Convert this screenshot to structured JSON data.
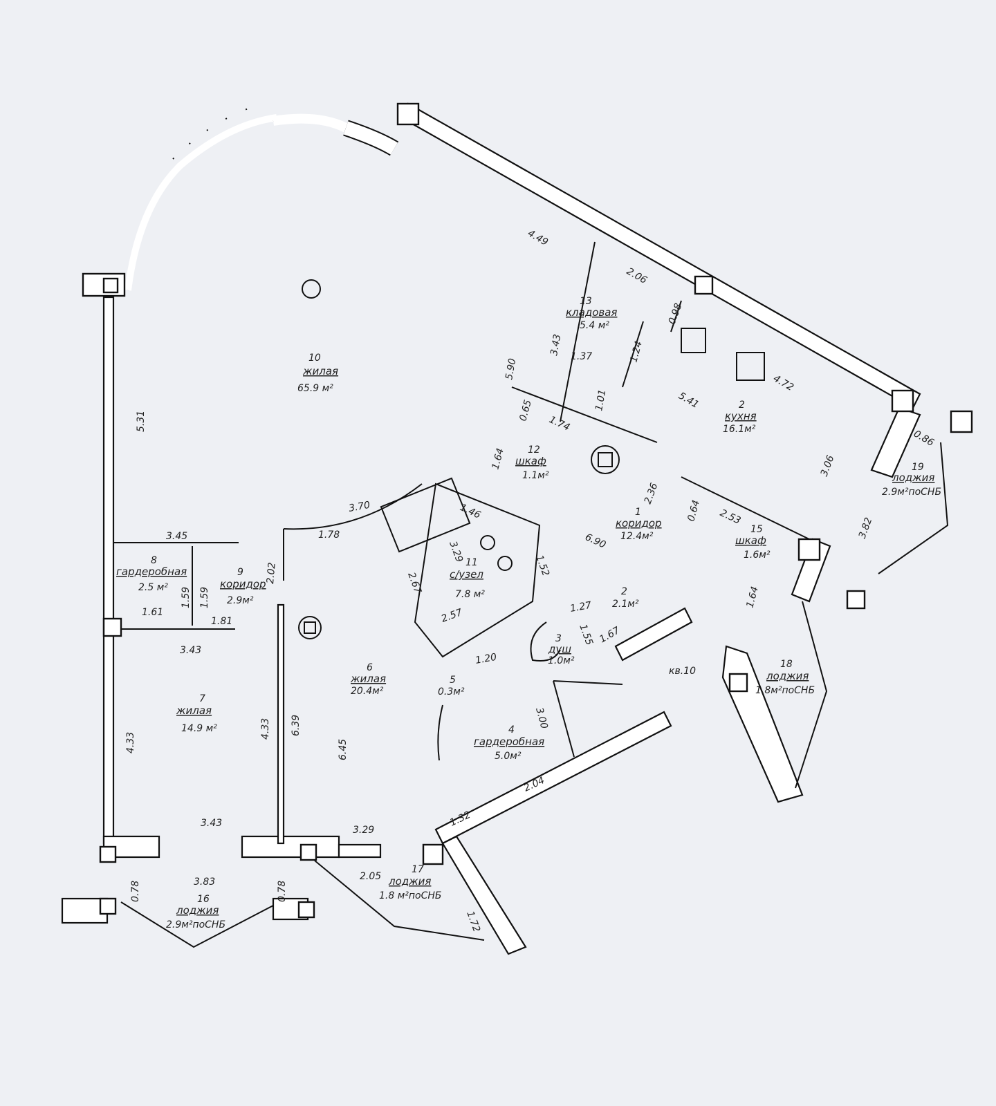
{
  "plan": {
    "apartment_label": "кв.10",
    "rooms": [
      {
        "num": "1",
        "name": "коридор",
        "area": "12.4м²"
      },
      {
        "num": "2",
        "name": "кухня",
        "area": "16.1м²"
      },
      {
        "num": "2",
        "name": "",
        "area": "2.1м²"
      },
      {
        "num": "3",
        "name": "душ",
        "area": "1.0м²"
      },
      {
        "num": "4",
        "name": "гардеробная",
        "area": "5.0м²"
      },
      {
        "num": "5",
        "name": "",
        "area": "0.3м²"
      },
      {
        "num": "6",
        "name": "жилая",
        "area": "20.4м²"
      },
      {
        "num": "7",
        "name": "жилая",
        "area": "14.9 м²"
      },
      {
        "num": "8",
        "name": "гардеробная",
        "area": "2.5 м²"
      },
      {
        "num": "9",
        "name": "коридор",
        "area": "2.9м²"
      },
      {
        "num": "10",
        "name": "жилая",
        "area": "65.9 м²"
      },
      {
        "num": "11",
        "name": "с/узел",
        "area": "7.8 м²"
      },
      {
        "num": "12",
        "name": "шкаф",
        "area": "1.1м²"
      },
      {
        "num": "13",
        "name": "кладовая",
        "area": "5.4 м²"
      },
      {
        "num": "15",
        "name": "шкаф",
        "area": "1.6м²"
      },
      {
        "num": "16",
        "name": "лоджия",
        "area": "2.9м²поСНБ"
      },
      {
        "num": "17",
        "name": "лоджия",
        "area": "1.8 м²поСНБ"
      },
      {
        "num": "18",
        "name": "лоджия",
        "area": "1.8м²поСНБ"
      },
      {
        "num": "19",
        "name": "лоджия",
        "area": "2.9м²поСНБ"
      }
    ],
    "dimensions": [
      "4.49",
      "2.06",
      "0.98",
      "4.72",
      "5.41",
      "3.06",
      "0.86",
      "3.82",
      "5.90",
      "3.43",
      "1.37",
      "1.24",
      "1.01",
      "0.65",
      "1.74",
      "1.64",
      "2.36",
      "6.90",
      "0.64",
      "2.53",
      "1.64",
      "3.70",
      "1.46",
      "3.29",
      "1.52",
      "2.67",
      "1.78",
      "2.02",
      "2.57",
      "1.27",
      "1.55",
      "1.67",
      "1.20",
      "3.00",
      "2.04",
      "1.32",
      "3.29",
      "2.05",
      "1.72",
      "3.45",
      "1.59",
      "1.59",
      "1.61",
      "1.81",
      "3.43",
      "5.31",
      "4.33",
      "4.33",
      "6.39",
      "6.45",
      "3.43",
      "3.83",
      "0.78",
      "0.78"
    ]
  }
}
